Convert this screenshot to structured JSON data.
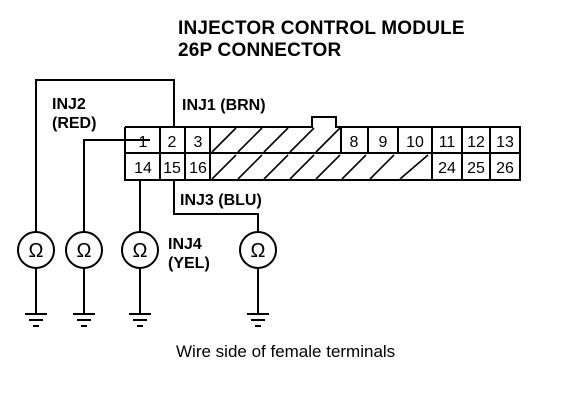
{
  "title": {
    "line1": "INJECTOR CONTROL MODULE",
    "line2": "26P CONNECTOR"
  },
  "labels": {
    "inj1": "INJ1 (BRN)",
    "inj2_name": "INJ2",
    "inj2_color": "(RED)",
    "inj3": "INJ3 (BLU)",
    "inj4_name": "INJ4",
    "inj4_color": "(YEL)"
  },
  "connector": {
    "top_row": [
      "1",
      "2",
      "3",
      "",
      "",
      "",
      "",
      "",
      "8",
      "9",
      "10",
      "11",
      "12",
      "13"
    ],
    "bottom_row": [
      "14",
      "15",
      "16",
      "",
      "",
      "",
      "",
      "",
      "",
      "",
      "",
      "24",
      "25",
      "26"
    ]
  },
  "meter_symbol": "Ω",
  "caption": "Wire side of female terminals"
}
